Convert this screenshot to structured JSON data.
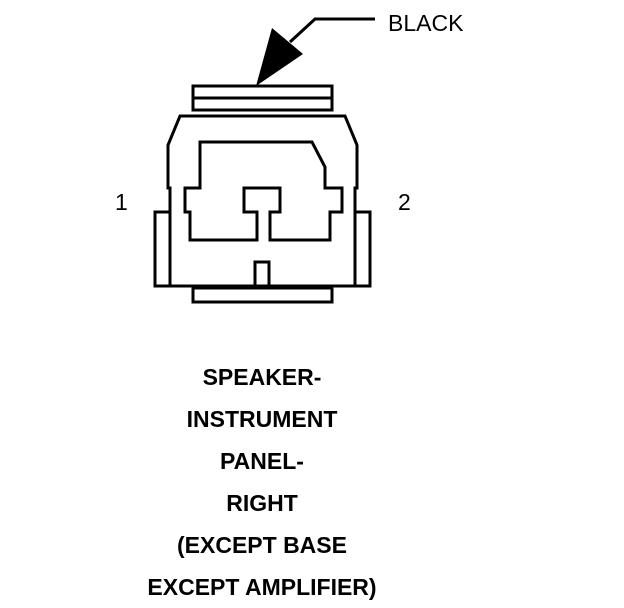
{
  "connector": {
    "color_label": "BLACK",
    "pins": [
      "1",
      "2"
    ]
  },
  "caption": {
    "lines": [
      "SPEAKER-",
      "INSTRUMENT",
      "PANEL-",
      "RIGHT",
      "(EXCEPT BASE",
      "EXCEPT AMPLIFIER)"
    ]
  },
  "colors": {
    "line": "#000000",
    "background": "#ffffff"
  }
}
